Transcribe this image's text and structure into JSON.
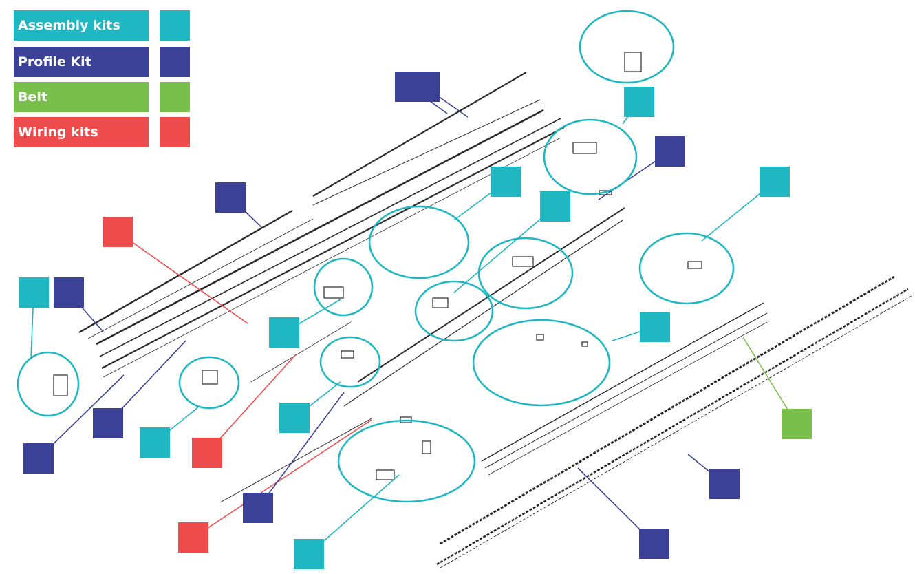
{
  "legend": {
    "assembly": {
      "label": "Assembly kits",
      "color": "#1fb7c2"
    },
    "profile": {
      "label": "Profile Kit",
      "color": "#3b4196"
    },
    "belt": {
      "label": "Belt",
      "color": "#79bf4c"
    },
    "wiring": {
      "label": "Wiring kits",
      "color": "#ee4c4c"
    }
  },
  "drawing_color": "#2a2a2a",
  "callouts": [
    {
      "kit": "profile"
    },
    {
      "kit": "assembly"
    },
    {
      "kit": "profile"
    },
    {
      "kit": "assembly"
    },
    {
      "kit": "assembly"
    },
    {
      "kit": "profile"
    },
    {
      "kit": "wiring"
    },
    {
      "kit": "assembly"
    },
    {
      "kit": "assembly"
    },
    {
      "kit": "profile"
    },
    {
      "kit": "assembly"
    },
    {
      "kit": "assembly"
    },
    {
      "kit": "profile"
    },
    {
      "kit": "profile"
    },
    {
      "kit": "assembly"
    },
    {
      "kit": "wiring"
    },
    {
      "kit": "assembly"
    },
    {
      "kit": "belt"
    },
    {
      "kit": "profile"
    },
    {
      "kit": "profile"
    },
    {
      "kit": "wiring"
    },
    {
      "kit": "profile"
    },
    {
      "kit": "assembly"
    },
    {
      "kit": "profile"
    }
  ]
}
